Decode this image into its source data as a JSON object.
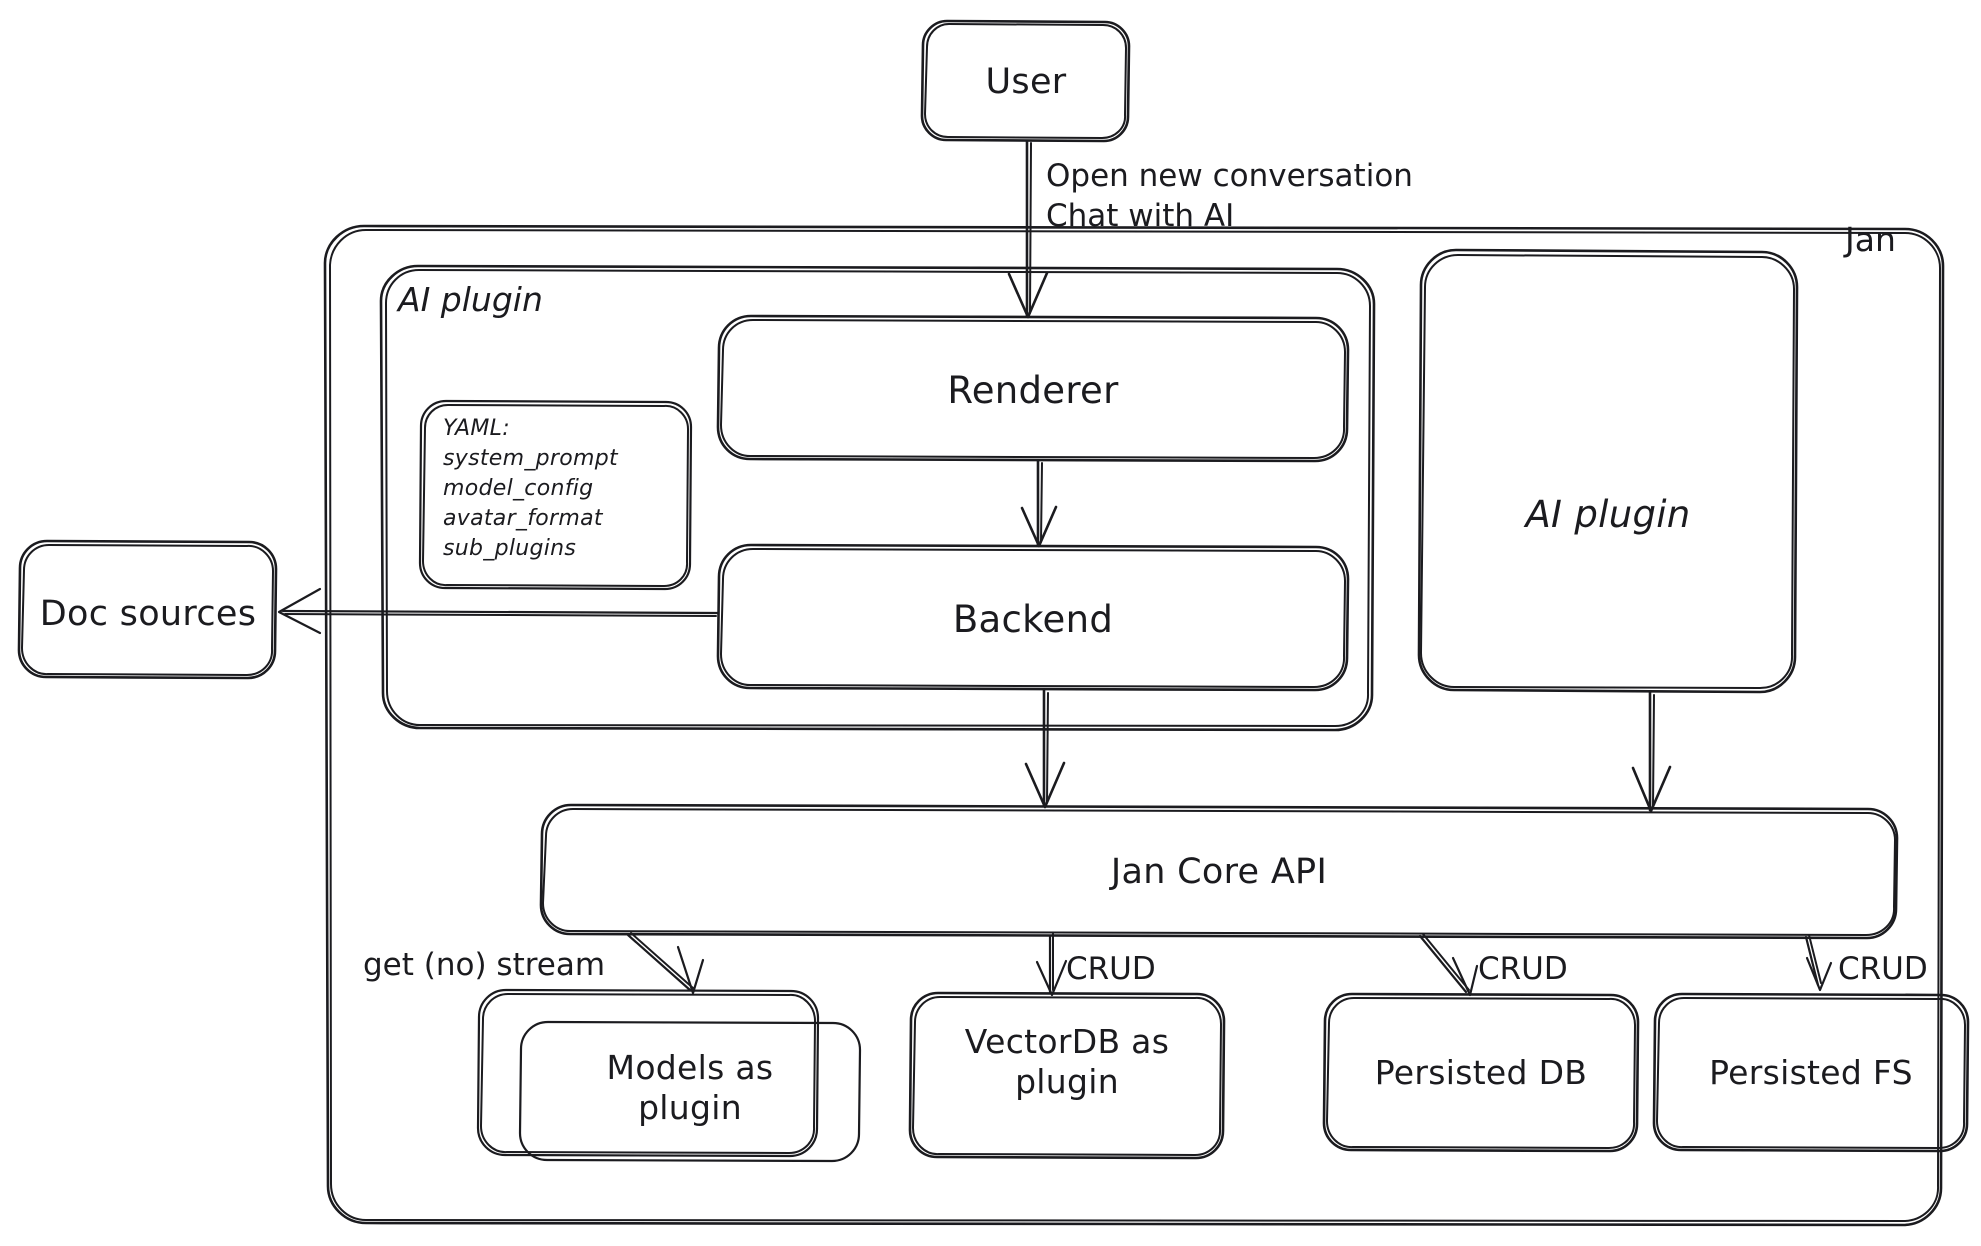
{
  "diagram": {
    "title": "Jan architecture diagram",
    "style": "hand-drawn sketch",
    "stroke_color": "#1b1b1f",
    "background_color": "#ffffff"
  },
  "containers": [
    {
      "id": "jan",
      "label": "Jan",
      "label_position": "top-right"
    },
    {
      "id": "ai-plugin-group",
      "label": "AI plugin",
      "label_position": "top-left"
    }
  ],
  "nodes": [
    {
      "id": "user",
      "label": "User"
    },
    {
      "id": "renderer",
      "label": "Renderer"
    },
    {
      "id": "backend",
      "label": "Backend"
    },
    {
      "id": "yaml",
      "label": "YAML:\nsystem_prompt\nmodel_config\navatar_format\nsub_plugins"
    },
    {
      "id": "doc-sources",
      "label": "Doc sources"
    },
    {
      "id": "ai-plugin-node",
      "label": "AI plugin"
    },
    {
      "id": "jan-core-api",
      "label": "Jan Core API"
    },
    {
      "id": "models-as-plugin",
      "label": "Models as\nplugin"
    },
    {
      "id": "vectordb-as-plugin",
      "label": "VectorDB as\nplugin"
    },
    {
      "id": "persisted-db",
      "label": "Persisted DB"
    },
    {
      "id": "persisted-fs",
      "label": "Persisted FS"
    }
  ],
  "edges": [
    {
      "id": "user-to-renderer",
      "from": "user",
      "to": "renderer",
      "label": "Open new conversation\nChat with AI"
    },
    {
      "id": "renderer-to-backend",
      "from": "renderer",
      "to": "backend",
      "label": ""
    },
    {
      "id": "backend-to-doc-sources",
      "from": "backend",
      "to": "doc-sources",
      "label": ""
    },
    {
      "id": "backend-to-core-api",
      "from": "backend",
      "to": "jan-core-api",
      "label": ""
    },
    {
      "id": "ai-plugin-to-core-api",
      "from": "ai-plugin-node",
      "to": "jan-core-api",
      "label": ""
    },
    {
      "id": "core-api-to-models",
      "from": "jan-core-api",
      "to": "models-as-plugin",
      "label": "get (no) stream"
    },
    {
      "id": "core-api-to-vectordb",
      "from": "jan-core-api",
      "to": "vectordb-as-plugin",
      "label": "CRUD"
    },
    {
      "id": "core-api-to-persisted-db",
      "from": "jan-core-api",
      "to": "persisted-db",
      "label": "CRUD"
    },
    {
      "id": "core-api-to-persisted-fs",
      "from": "jan-core-api",
      "to": "persisted-fs",
      "label": "CRUD"
    }
  ],
  "edge_labels": {
    "user_to_renderer": "Open new conversation\nChat with AI",
    "get_no_stream": "get (no) stream",
    "crud_vectordb": "CRUD",
    "crud_persisted_db": "CRUD",
    "crud_persisted_fs": "CRUD"
  }
}
